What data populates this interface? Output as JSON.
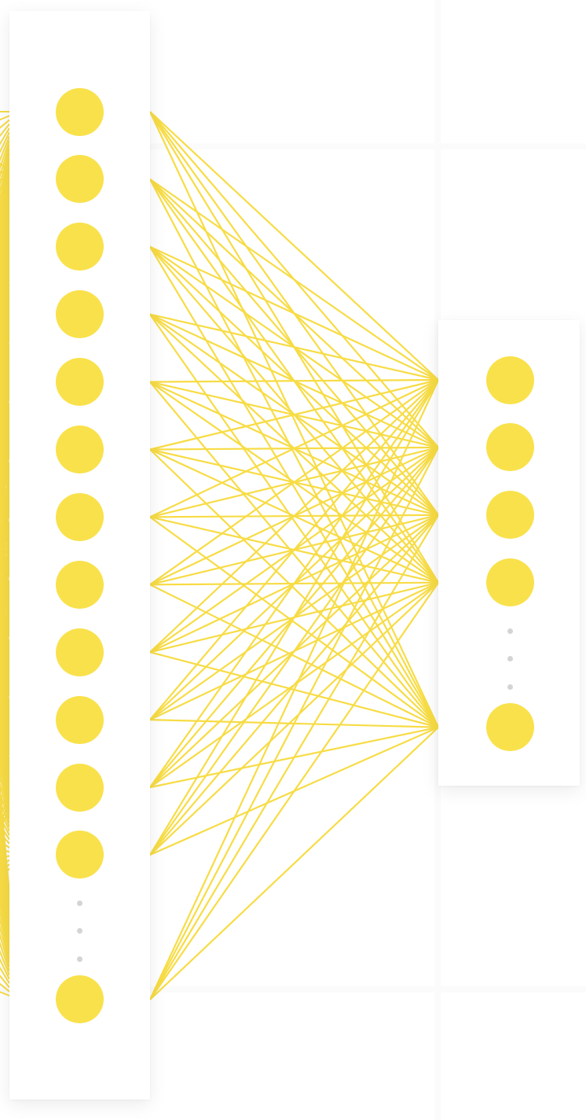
{
  "diagram": {
    "type": "fully-connected-layer",
    "connection_color": "#f7dc45",
    "neuron_color": "#f9e14b",
    "ellipsis_color": "#d4d4d4",
    "input_layer": {
      "visible_neurons_before_ellipsis": 12,
      "ellipsis": true,
      "visible_neurons_after_ellipsis": 1
    },
    "output_layer": {
      "visible_neurons_before_ellipsis": 4,
      "ellipsis": true,
      "visible_neurons_after_ellipsis": 1
    },
    "connectivity": "all-to-all",
    "offscreen_left_layer_connections": true
  }
}
